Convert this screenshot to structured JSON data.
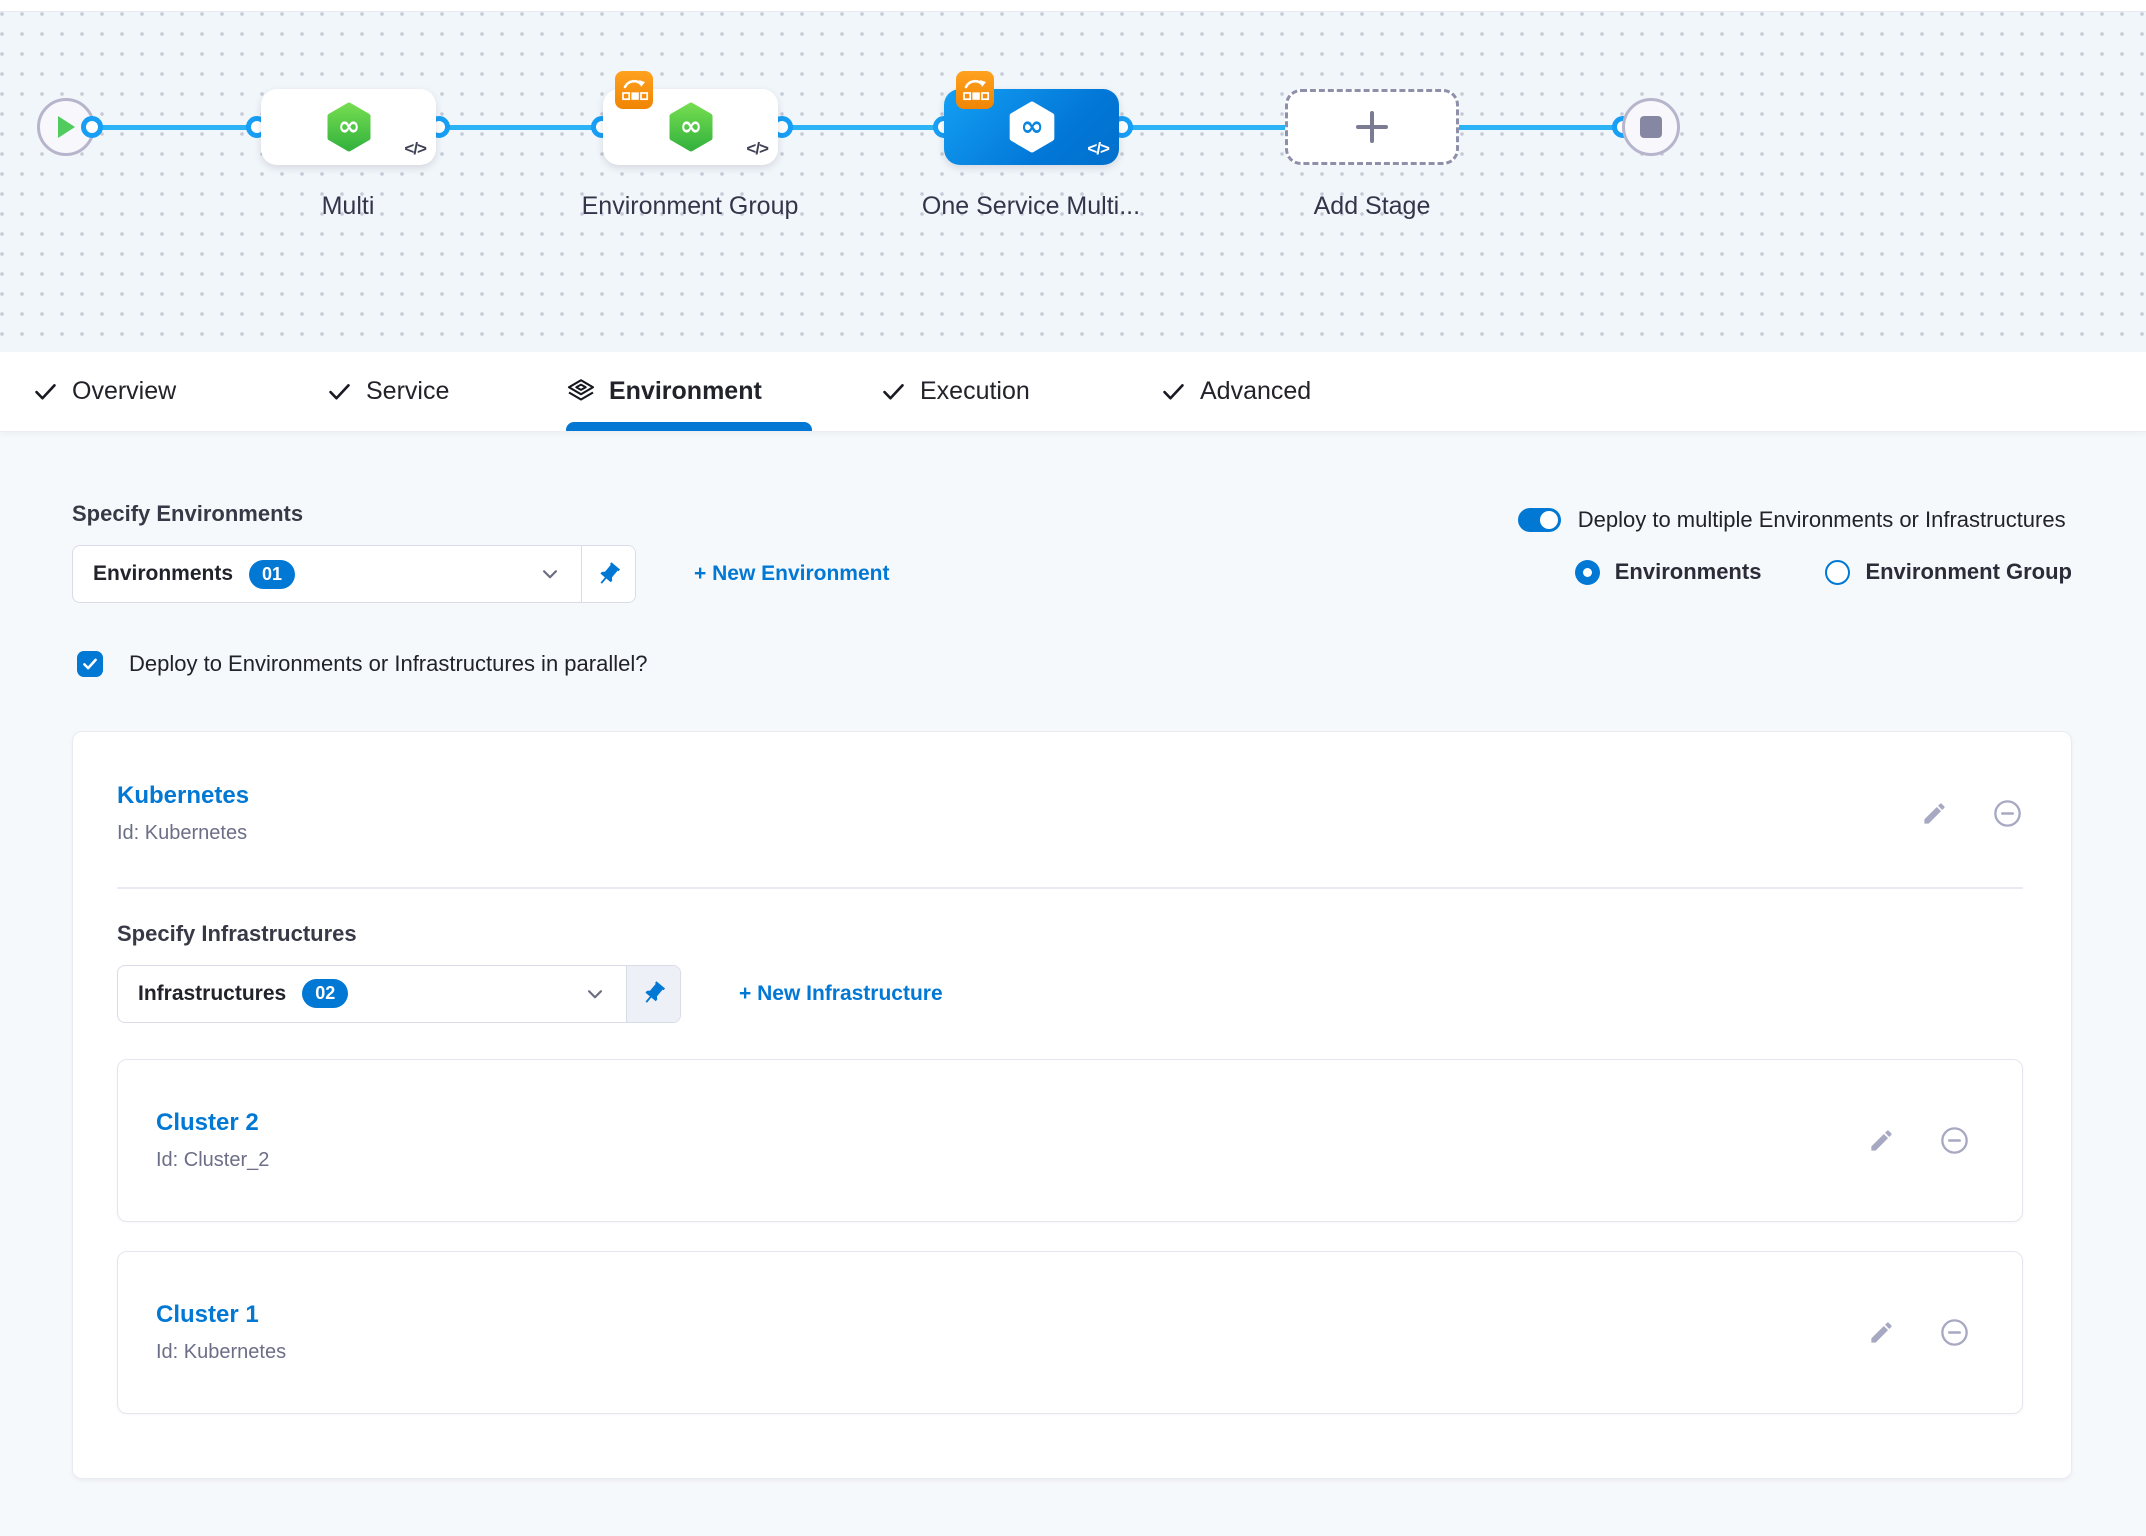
{
  "pipeline": {
    "code_glyph": "</>",
    "nodes": [
      {
        "name": "Multi",
        "icon": "service-hexagon-icon"
      },
      {
        "name": "Environment Group",
        "icon": "service-hexagon-icon",
        "badge": "looping-strategy-icon"
      },
      {
        "name": "One Service Multi...",
        "icon": "service-hexagon-icon",
        "badge": "looping-strategy-icon",
        "selected": true
      },
      {
        "name": "Add Stage",
        "icon": "plus-icon"
      }
    ]
  },
  "tabs": [
    {
      "label": "Overview",
      "icon": "check-icon"
    },
    {
      "label": "Service",
      "icon": "check-icon"
    },
    {
      "label": "Environment",
      "icon": "environment-layers-icon",
      "active": true
    },
    {
      "label": "Execution",
      "icon": "check-icon"
    },
    {
      "label": "Advanced",
      "icon": "check-icon"
    }
  ],
  "environment_tab": {
    "specify_environments_label": "Specify Environments",
    "environments_select": {
      "value": "Environments",
      "count": "01"
    },
    "new_environment_link": "+ New Environment",
    "deploy_multiple_toggle_label": "Deploy to multiple Environments or Infrastructures",
    "deploy_target_options": [
      {
        "label": "Environments",
        "selected": true
      },
      {
        "label": "Environment Group",
        "selected": false
      }
    ],
    "parallel_checkbox_label": "Deploy to Environments or Infrastructures in parallel?",
    "environment_card": {
      "title": "Kubernetes",
      "id": "Id: Kubernetes",
      "specify_infrastructures_label": "Specify Infrastructures",
      "infrastructures_select": {
        "value": "Infrastructures",
        "count": "02"
      },
      "new_infrastructure_link": "+ New Infrastructure",
      "infrastructures": [
        {
          "title": "Cluster 2",
          "id": "Id: Cluster_2"
        },
        {
          "title": "Cluster 1",
          "id": "Id: Kubernetes"
        }
      ]
    }
  },
  "colors": {
    "accent": "#0278d5",
    "connector_blue": "#2bb3f5",
    "service_green": "#4cc04a",
    "looping_orange": "#f8910c",
    "icon_gray": "#a7a8c2"
  }
}
